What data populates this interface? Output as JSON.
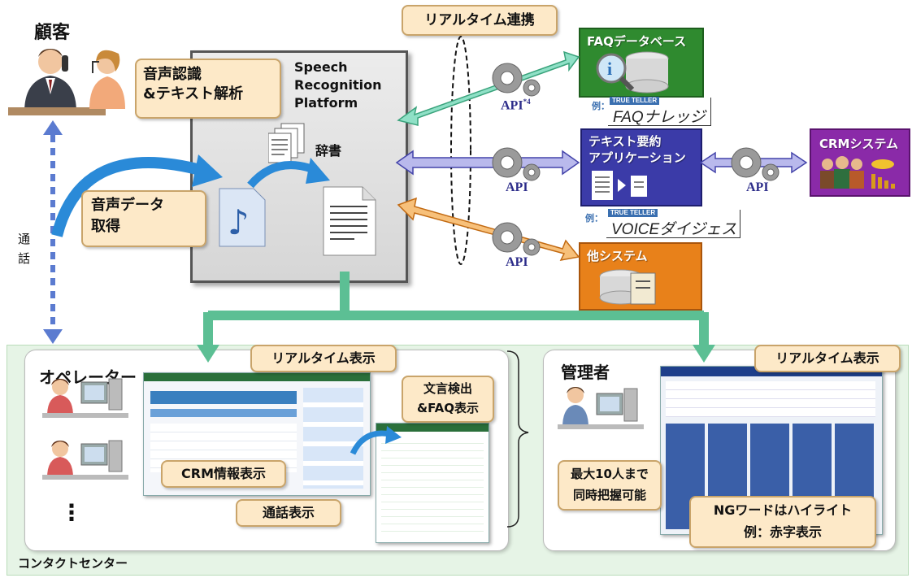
{
  "customer": {
    "label": "顧客"
  },
  "call_label": "通話",
  "platform": {
    "title_lines": [
      "Speech",
      "Recognition",
      "Platform"
    ],
    "dictionary_label": "辞書"
  },
  "callouts": {
    "speech_recognition": [
      "音声認識",
      "&テキスト解析"
    ],
    "audio_capture": [
      "音声データ",
      "取得"
    ],
    "realtime_link": "リアルタイム連携"
  },
  "systems": {
    "faq_db": {
      "title": "FAQデータベース",
      "example_prefix": "例：",
      "product": "FAQナレッジ"
    },
    "text_summary": {
      "title_lines": [
        "テキスト要約",
        "アプリケーション"
      ],
      "example_prefix": "例：",
      "product": "VOICEダイジェスト"
    },
    "crm": {
      "title": "CRMシステム"
    },
    "other": {
      "title": "他システム"
    }
  },
  "brand_tag": "TRUE TELLER",
  "api_labels": {
    "faq": "API",
    "faq_sup": "*4",
    "summary": "API",
    "crm": "API",
    "other": "API"
  },
  "contact_center": {
    "label": "コンタクトセンター",
    "operator": {
      "label": "オペレーター",
      "realtime_display": "リアルタイム表示",
      "crm_info": "CRM情報表示",
      "call_display": "通話表示",
      "keyword_faq": [
        "文言検出",
        "&FAQ表示"
      ],
      "more": "⋮"
    },
    "manager": {
      "label": "管理者",
      "realtime_display": "リアルタイム表示",
      "max_users": [
        "最大10人まで",
        "同時把握可能"
      ],
      "ng_words": [
        "NGワードはハイライト",
        "例：赤字表示"
      ]
    }
  },
  "colors": {
    "faq_green": "#2f8a2f",
    "summary_blue": "#3b3ba8",
    "crm_purple": "#8a2aa8",
    "other_orange": "#e8811a",
    "connector_green": "#5cbf94",
    "call_blue": "#5b7bd0"
  }
}
